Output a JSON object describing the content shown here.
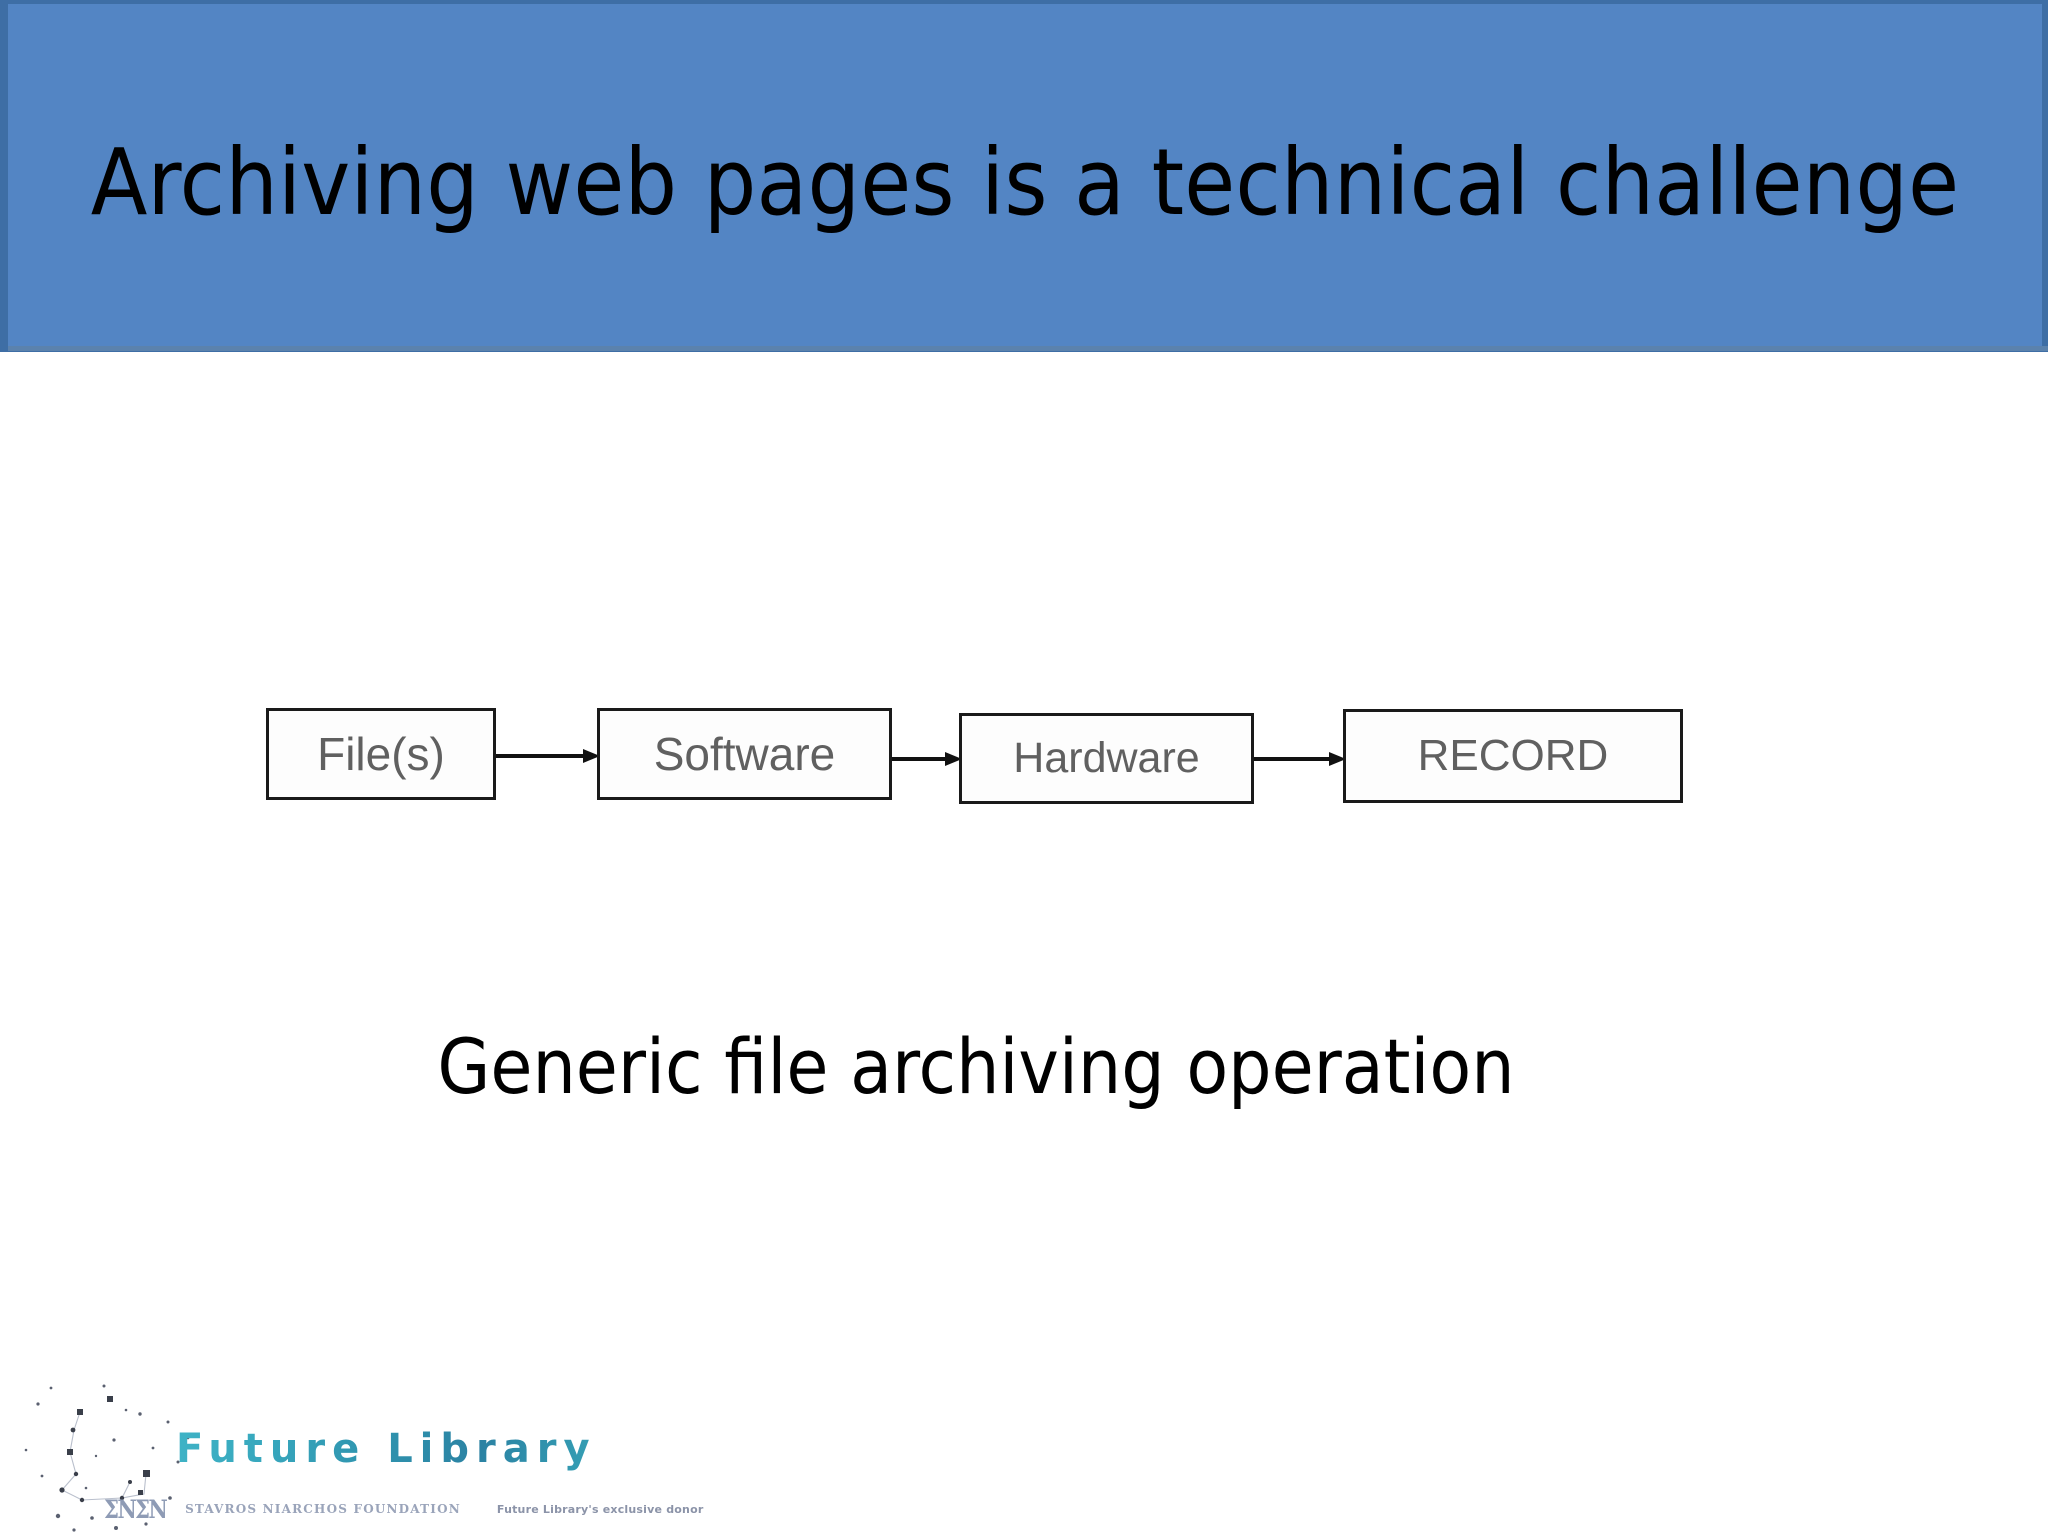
{
  "slide": {
    "title": "Archiving web pages is a technical challenge",
    "caption": "Generic file archiving operation",
    "background_color": "#ffffff"
  },
  "banner": {
    "fill_color": "#5385c4",
    "border_color": "#3e6ea5",
    "title_color": "#000000"
  },
  "diagram": {
    "type": "flowchart",
    "orientation": "left-to-right",
    "box_border_color": "#1a1a1a",
    "box_fill_color": "#fdfdfd",
    "box_text_color": "#606060",
    "arrow_color": "#111111",
    "nodes": [
      {
        "id": "files",
        "label": "File(s)"
      },
      {
        "id": "software",
        "label": "Software"
      },
      {
        "id": "hardware",
        "label": "Hardware"
      },
      {
        "id": "record",
        "label": "RECORD"
      }
    ],
    "edges": [
      {
        "from": "files",
        "to": "software",
        "label": ""
      },
      {
        "from": "software",
        "to": "hardware",
        "label": ""
      },
      {
        "from": "hardware",
        "to": "record",
        "label": ""
      }
    ]
  },
  "footer": {
    "wordmark": "Future Library",
    "wordmark_color_start": "#3fb3c6",
    "wordmark_color_end": "#2b82a3",
    "snf_monogram": "ΣΝΣΝ",
    "snf_name": "STAVROS NIARCHOS FOUNDATION",
    "donor_note": "Future Library's exclusive donor",
    "icon": "constellation-icon"
  }
}
